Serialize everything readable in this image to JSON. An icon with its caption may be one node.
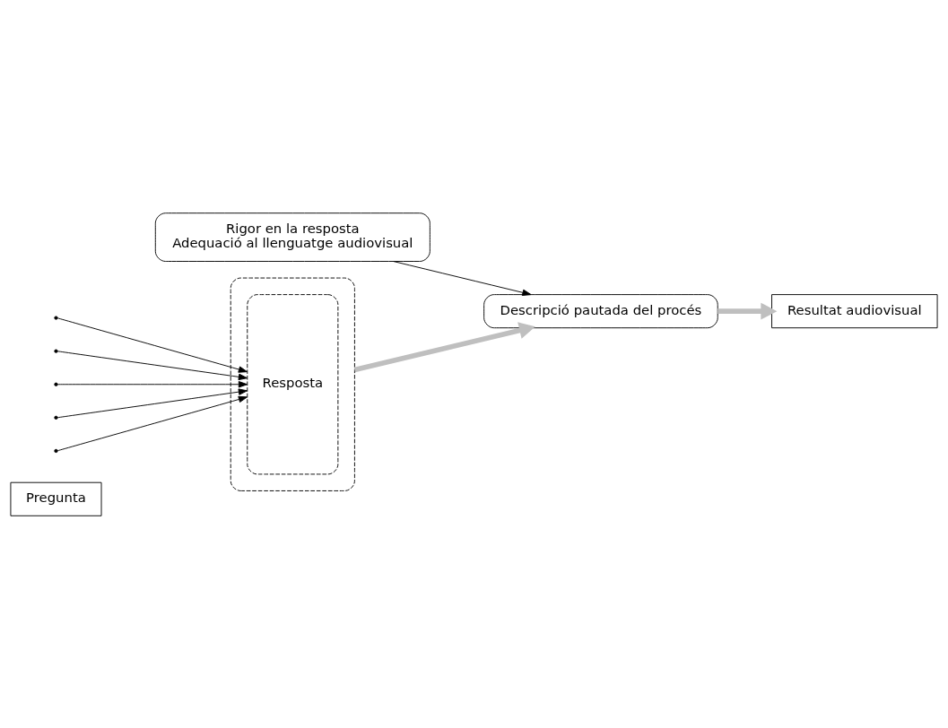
{
  "diagram": {
    "nodes": [
      {
        "text": [
          "Pregunta"
        ]
      },
      {
        "text": [],
        "shape": "box"
      },
      {
        "text": [
          "Resposta"
        ],
        "in": 1
      },
      {
        "text": [
          "Resultat audiovisual"
        ]
      },
      {
        "text": [
          "Rigor en la resposta",
          "Adequació al llenguatge audiovisual"
        ]
      },
      {
        "text": [
          "Descripció pautada del procés"
        ]
      }
    ],
    "edges": [
      {
        "from": null,
        "to": 2,
        "arrow": "to"
      },
      {
        "from": null,
        "to": 2,
        "arrow": "to"
      },
      {
        "from": null,
        "to": 2,
        "arrow": "to"
      },
      {
        "from": null,
        "to": 2,
        "arrow": "to"
      },
      {
        "from": null,
        "to": 2,
        "arrow": "to"
      },
      {
        "from": 1,
        "to": 5,
        "arrow": "to",
        "style": "thick",
        "color": "#bfbfbf"
      },
      {
        "from": 4,
        "to": 5,
        "arrow": "to"
      },
      {
        "from": 5,
        "to": 3,
        "arrow": "to",
        "style": "thick",
        "color": "#bfbfbf"
      }
    ]
  }
}
